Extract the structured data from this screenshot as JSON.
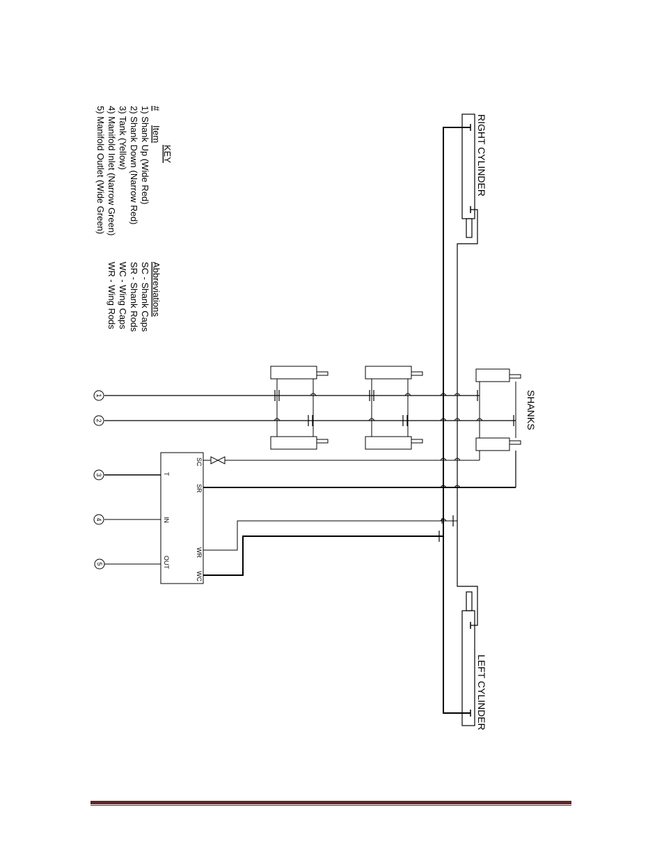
{
  "key": {
    "title": "KEY",
    "col_num": "#",
    "col_item": "Item",
    "items": [
      "1) Shank Up (Wide Red)",
      "2) Shank Down (Narrow Red)",
      "3) Tank (Yellow)",
      "4) Manifold Inlet (Narrow Green)",
      "5) Manifold Outlet (Wide Green)"
    ]
  },
  "abbreviations": {
    "title": "Abbreviations",
    "items": [
      "SC - Shank Caps",
      "SR - Shank Rods",
      "WC - Wing Caps",
      "WR - Wing Rods"
    ]
  },
  "labels": {
    "right_cylinder": "RIGHT CYLINDER",
    "left_cylinder": "LEFT CYLINDER",
    "shanks": "SHANKS"
  },
  "manifold": {
    "ports_left": [
      "T",
      "IN",
      "OUT"
    ],
    "ports_right": [
      "SC",
      "SR",
      "WR",
      "WC"
    ]
  },
  "connectors": [
    "1",
    "2",
    "3",
    "4",
    "5"
  ],
  "colors": {
    "footer_rule": "#632423",
    "line": "#000000"
  }
}
